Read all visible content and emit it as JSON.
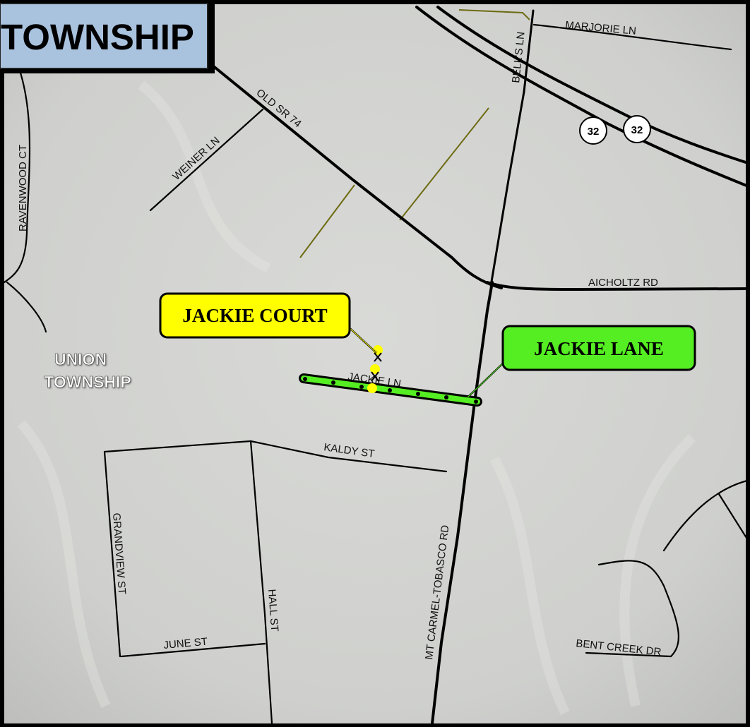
{
  "title": "TOWNSHIP",
  "township_label": [
    "UNION",
    "TOWNSHIP"
  ],
  "callouts": {
    "court": "JACKIE COURT",
    "lane": "JACKIE LANE"
  },
  "roads": {
    "marjorie": "MARJORIE LN",
    "bells": "BELL'S LN",
    "old_sr74": "OLD SR 74",
    "weiner": "WEINER LN",
    "ravenwood": "RAVENWOOD CT",
    "aicholtz": "AICHOLTZ RD",
    "jackie_ln": "JACKIE LN",
    "kaldy": "KALDY ST",
    "mt_carmel": "MT CARMEL-TOBASCO RD",
    "grandview": "GRANDVIEW ST",
    "hall": "HALL ST",
    "june": "JUNE ST",
    "bent_creek": "BENT CREEK DR"
  },
  "shields": [
    "32",
    "32"
  ],
  "colors": {
    "terrain": "#d4d5d2",
    "title_box": "#a9c2de",
    "court_highlight": "#ffff00",
    "lane_highlight": "#55ee22",
    "rail": "#6d6a12"
  }
}
